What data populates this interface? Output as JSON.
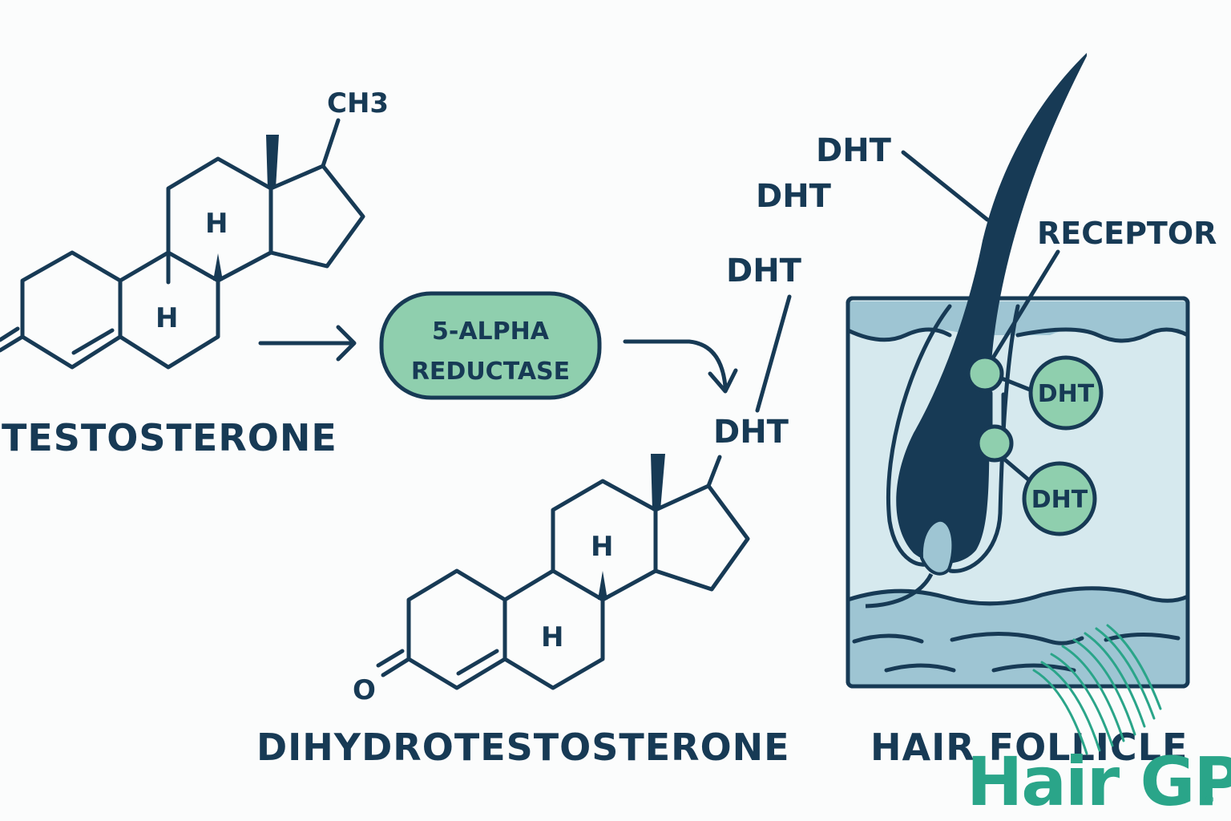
{
  "testosterone": {
    "name": "TESTOSTERONE",
    "methyl": "CH3",
    "h_top": "H",
    "h_bottom": "H"
  },
  "enzyme": {
    "line1": "5-ALPHA",
    "line2": "REDUCTASE"
  },
  "dht_product": {
    "name": "DIHYDROTESTOSTERONE",
    "h_top": "H",
    "h_bottom": "H",
    "oxygen": "O"
  },
  "floating_dht": [
    "DHT",
    "DHT",
    "DHT",
    "DHT"
  ],
  "follicle": {
    "title": "HAIR FOLLICLE",
    "receptor_label": "RECEPTOR",
    "bound_1": "DHT",
    "bound_2": "DHT"
  },
  "brand": {
    "text": "Hair GP",
    "registered": "®"
  },
  "colors": {
    "ink": "#173a55",
    "accent_green": "#8fcfae",
    "skin_light": "#d6e9ee",
    "skin_mid": "#9ec5d3",
    "brand_teal": "#2aa589"
  }
}
